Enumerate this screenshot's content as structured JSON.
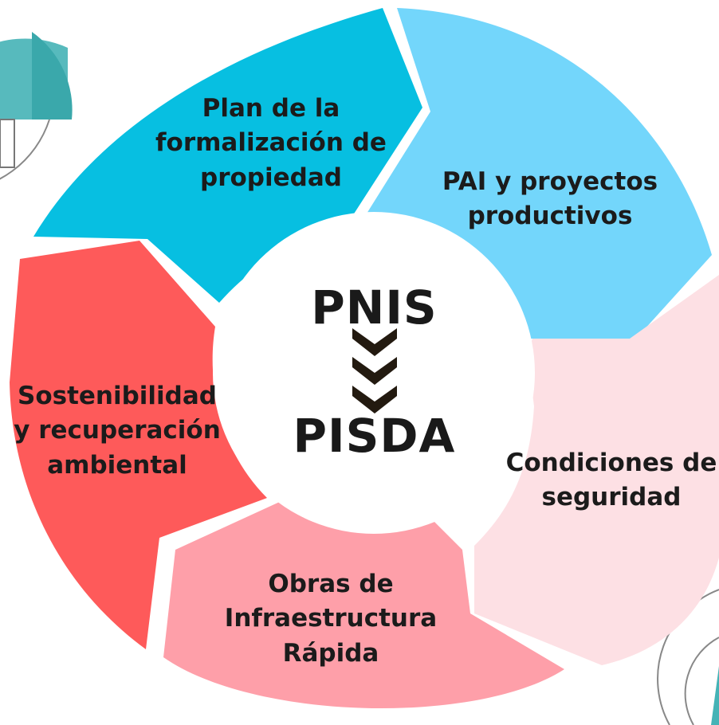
{
  "center": {
    "top": "PNIS",
    "bottom": "PISDA",
    "arrow_color": "#231a10"
  },
  "segments": [
    {
      "id": "plan",
      "label": "Plan de la formalización de propiedad",
      "lines": [
        "Plan de la",
        "formalización de",
        "propiedad"
      ],
      "color": "#07bfe1"
    },
    {
      "id": "pai",
      "label": "PAI y proyectos productivos",
      "lines": [
        "PAI y proyectos",
        "productivos"
      ],
      "color": "#73d6fb"
    },
    {
      "id": "condiciones",
      "label": "Condiciones de seguridad",
      "lines": [
        "Condiciones de",
        "seguridad"
      ],
      "color": "#fde0e4"
    },
    {
      "id": "obras",
      "label": "Obras de Infraestructura Rápida",
      "lines": [
        "Obras de",
        "Infraestructura",
        "Rápida"
      ],
      "color": "#fe9fa9"
    },
    {
      "id": "sostenibilidad",
      "label": "Sostenibilidad y recuperación ambiental",
      "lines": [
        "Sostenibilidad",
        "y recuperación",
        "ambiental"
      ],
      "color": "#fe5a5a"
    }
  ],
  "decor": {
    "corner_ring_color": "#45b3b6"
  }
}
